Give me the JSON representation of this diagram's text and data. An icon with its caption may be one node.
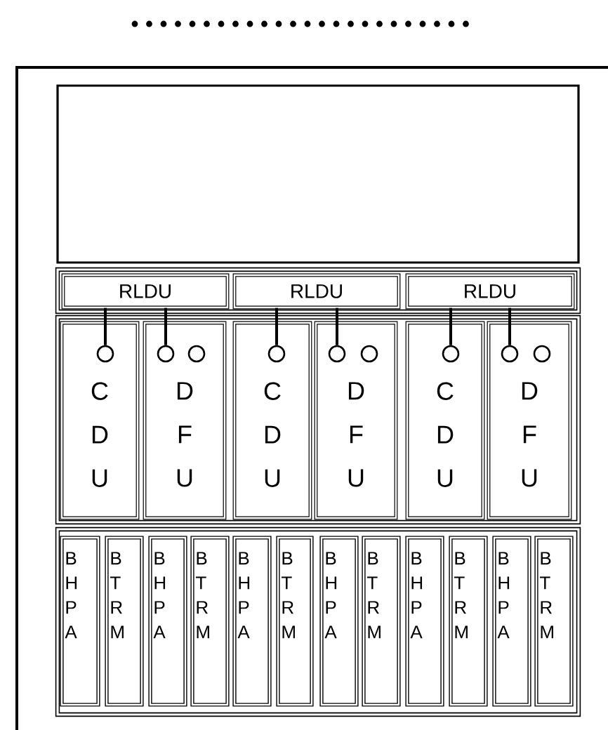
{
  "diagram": {
    "nodes": [
      {
        "text": [],
        "shape": "box"
      },
      {
        "text": [],
        "shape": "box"
      },
      {
        "text": [
          "RLDU"
        ],
        "in": 1
      },
      {
        "text": [
          "RLDU"
        ],
        "in": 1
      },
      {
        "text": [
          "RLDU"
        ],
        "in": 1
      },
      {
        "text": [],
        "shape": "box"
      },
      {
        "text": [
          "C D U"
        ],
        "in": 5
      },
      {
        "text": [
          "D F U"
        ],
        "in": 5
      },
      {
        "text": [
          "C D U"
        ],
        "in": 5
      },
      {
        "text": [
          "D F U"
        ],
        "in": 5
      },
      {
        "text": [
          "C D U"
        ],
        "in": 5
      },
      {
        "text": [
          "D F U"
        ],
        "in": 5
      },
      {
        "text": [],
        "shape": "box"
      },
      {
        "text": [
          "B H P A"
        ],
        "in": 12
      },
      {
        "text": [
          "B T R M"
        ],
        "in": 12
      },
      {
        "text": [
          "B H P A"
        ],
        "in": 12
      },
      {
        "text": [
          "B T R M"
        ],
        "in": 12
      },
      {
        "text": [
          "B H P A"
        ],
        "in": 12
      },
      {
        "text": [
          "B T R M"
        ],
        "in": 12
      },
      {
        "text": [
          "B H P A"
        ],
        "in": 12
      },
      {
        "text": [
          "B T R M"
        ],
        "in": 12
      },
      {
        "text": [
          "B H P A"
        ],
        "in": 12
      },
      {
        "text": [
          "B T R M"
        ],
        "in": 12
      },
      {
        "text": [
          "B H P A"
        ],
        "in": 12
      },
      {
        "text": [
          "B T R M"
        ],
        "in": 12
      },
      {
        "text": [],
        "shape": "circle",
        "in": 6
      },
      {
        "text": [],
        "shape": "circle",
        "in": 7
      },
      {
        "text": [],
        "shape": "circle",
        "in": 7
      },
      {
        "text": [],
        "shape": "circle",
        "in": 8
      },
      {
        "text": [],
        "shape": "circle",
        "in": 9
      },
      {
        "text": [],
        "shape": "circle",
        "in": 9
      },
      {
        "text": [],
        "shape": "circle",
        "in": 10
      },
      {
        "text": [],
        "shape": "circle",
        "in": 11
      },
      {
        "text": [],
        "shape": "circle",
        "in": 11
      }
    ],
    "edges": [
      {
        "from": 2,
        "to": 25,
        "arrow": "none"
      },
      {
        "from": 2,
        "to": 26,
        "arrow": "none"
      },
      {
        "from": 3,
        "to": 28,
        "arrow": "none"
      },
      {
        "from": 3,
        "to": 29,
        "arrow": "none"
      },
      {
        "from": 4,
        "to": 31,
        "arrow": "none"
      },
      {
        "from": 4,
        "to": 32,
        "arrow": "none"
      }
    ]
  }
}
